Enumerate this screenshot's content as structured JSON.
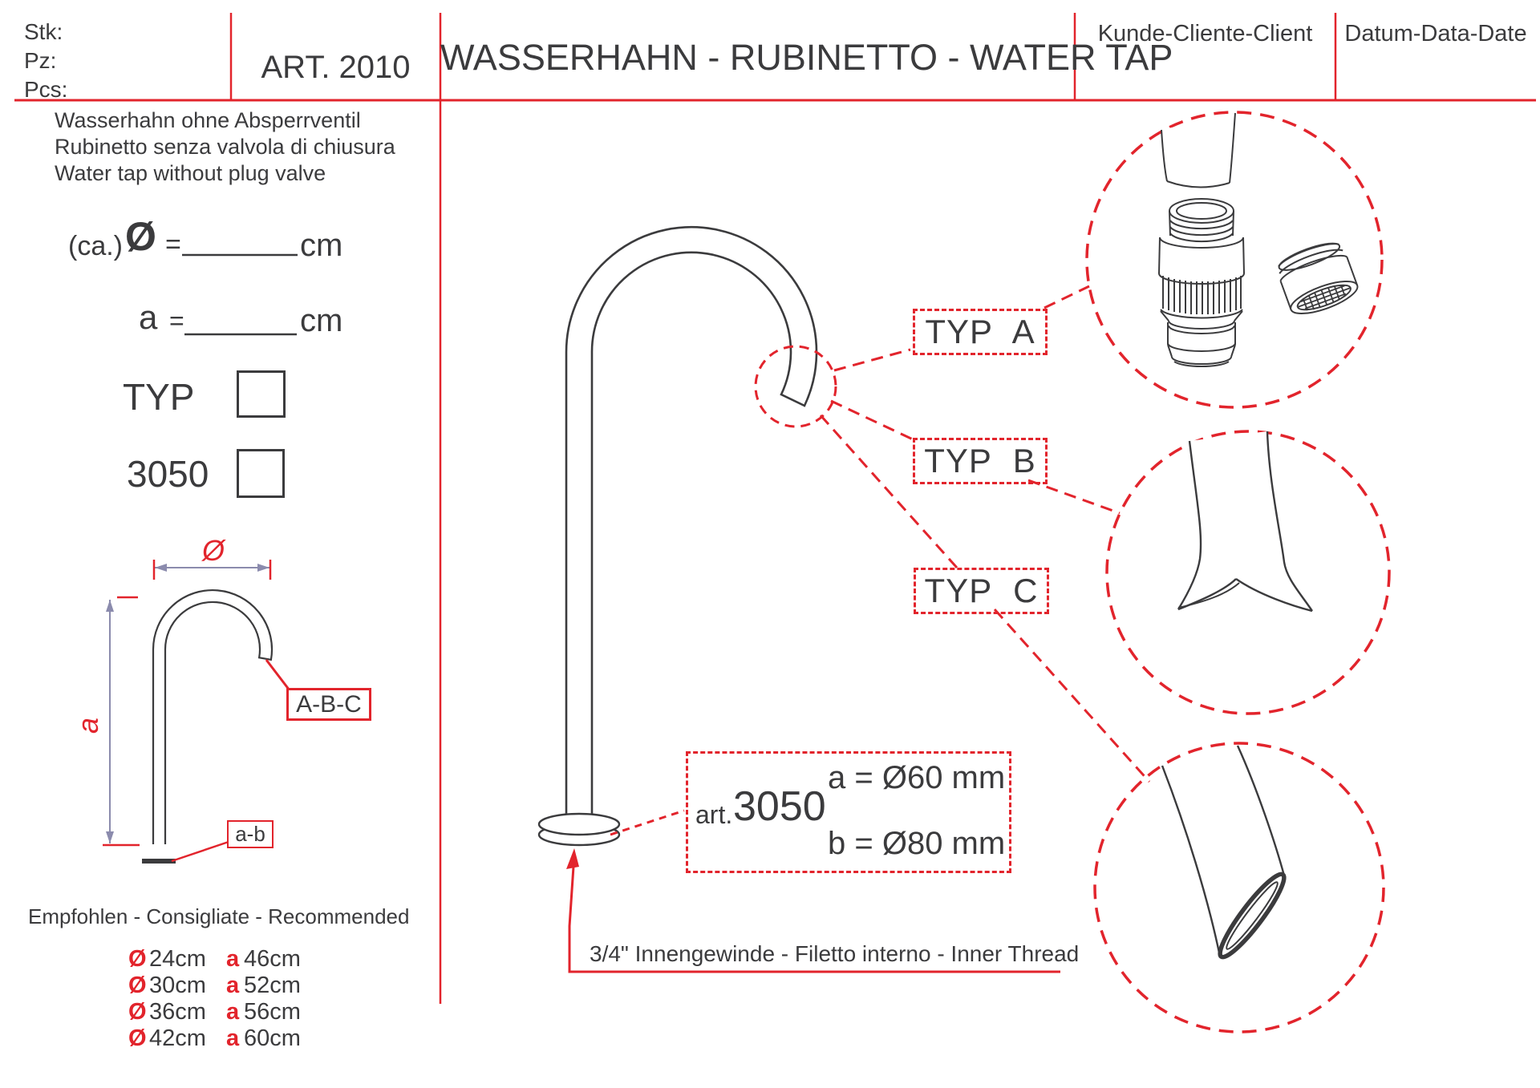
{
  "colors": {
    "red": "#e2242c",
    "dark": "#3b3b3d",
    "dim_line": "#8b8bad"
  },
  "header": {
    "stk": "Stk:",
    "pz": "Pz:",
    "pcs": "Pcs:",
    "article": "ART. 2010",
    "title": "WASSERHAHN - RUBINETTO - WATER TAP",
    "customer": "Kunde-Cliente-Client",
    "date": "Datum-Data-Date"
  },
  "description": {
    "line_de": "Wasserhahn ohne Absperrventil",
    "line_it": "Rubinetto senza valvola di chiusura",
    "line_en": "Water tap without plug valve"
  },
  "form": {
    "ca": "(ca.)",
    "diameter_symbol": "Ø",
    "equals": "=",
    "unit_cm": "cm",
    "a_label": "a",
    "typ_label": "TYP",
    "typ_value": "3050"
  },
  "small_diagram": {
    "dim_diameter": "Ø",
    "dim_a": "a",
    "spout_types": "A-B-C",
    "base_label": "a-b"
  },
  "recommended": {
    "title": "Empfohlen - Consigliate - Recommended",
    "rows": [
      {
        "sym1": "Ø",
        "val1": "24cm",
        "sym2": "a",
        "val2": "46cm"
      },
      {
        "sym1": "Ø",
        "val1": "30cm",
        "sym2": "a",
        "val2": "52cm"
      },
      {
        "sym1": "Ø",
        "val1": "36cm",
        "sym2": "a",
        "val2": "56cm"
      },
      {
        "sym1": "Ø",
        "val1": "42cm",
        "sym2": "a",
        "val2": "60cm"
      }
    ]
  },
  "center": {
    "typ_a": "TYP A",
    "typ_b": "TYP B",
    "typ_c": "TYP C",
    "art_prefix": "art.",
    "art_number": "3050",
    "dim_a": "a = Ø60 mm",
    "dim_b": "b = Ø80 mm",
    "thread_note": "3/4\" Innengewinde - Filetto interno - Inner Thread"
  }
}
